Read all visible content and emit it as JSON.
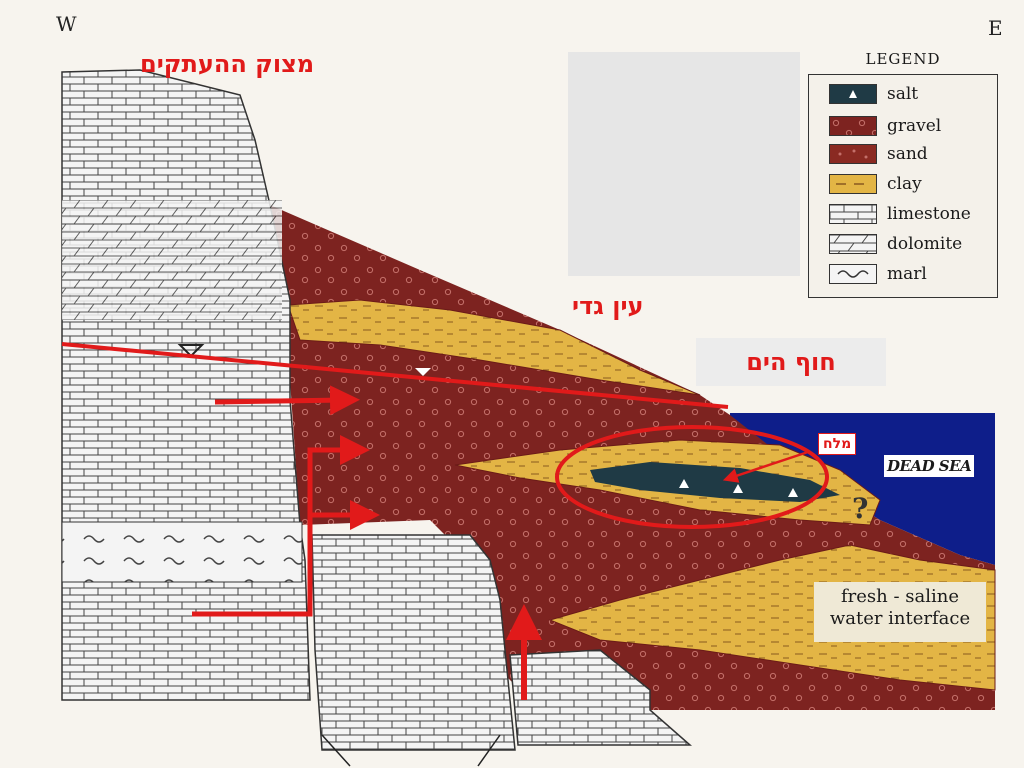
{
  "compass": {
    "west": "W",
    "east": "E"
  },
  "labels": {
    "cliffs": "מצוק ההעתקים",
    "ein_gedi": "עין גדי",
    "shoreline": "חוף הים",
    "salt": "מלח",
    "dead_sea": "DEAD SEA",
    "question": "?",
    "interface_line1": "fresh - saline",
    "interface_line2": "water interface"
  },
  "legend": {
    "title": "LEGEND",
    "items": [
      {
        "label": "salt",
        "color": "#1f3a45"
      },
      {
        "label": "gravel",
        "color": "#7a2420"
      },
      {
        "label": "sand",
        "color": "#8a2a22"
      },
      {
        "label": "clay",
        "color": "#e3b545"
      },
      {
        "label": "limestone",
        "color": "#f4f4f4"
      },
      {
        "label": "dolomite",
        "color": "#f4f4f4"
      },
      {
        "label": "marl",
        "color": "#f4f4f4"
      }
    ]
  },
  "colors": {
    "annotation_red": "#e11a1a",
    "sea_blue": "#0e1e8a",
    "sediment": "#7d2320",
    "clay": "#e3b545",
    "salt": "#1f3a45"
  }
}
